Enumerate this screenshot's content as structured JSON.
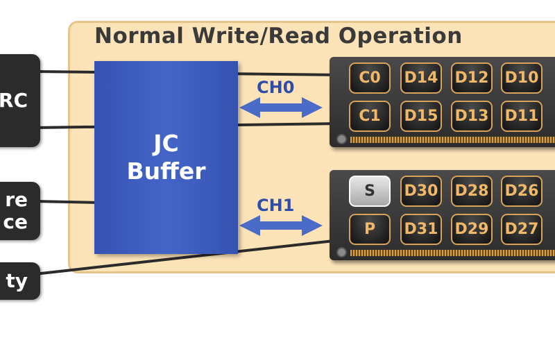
{
  "title": "Normal Write/Read Operation",
  "labels": [
    {
      "lines": [
        "RC"
      ]
    },
    {
      "lines": [
        "re",
        "ce"
      ]
    },
    {
      "lines": [
        "ty"
      ]
    }
  ],
  "buffer": {
    "line1": "JC",
    "line2": "Buffer"
  },
  "channels": [
    "CH0",
    "CH1"
  ],
  "dimm0": {
    "row1": [
      "C0",
      "D14",
      "D12",
      "D10"
    ],
    "row2": [
      "C1",
      "D15",
      "D13",
      "D11"
    ]
  },
  "dimm1": {
    "row1": [
      "S",
      "D30",
      "D28",
      "D26"
    ],
    "row2": [
      "P",
      "D31",
      "D29",
      "D27"
    ]
  },
  "colors": {
    "panel": "#fde4b8",
    "buffer": "#3d5cbc",
    "chip_text": "#f0b868",
    "arrow": "#4a6cc8"
  }
}
